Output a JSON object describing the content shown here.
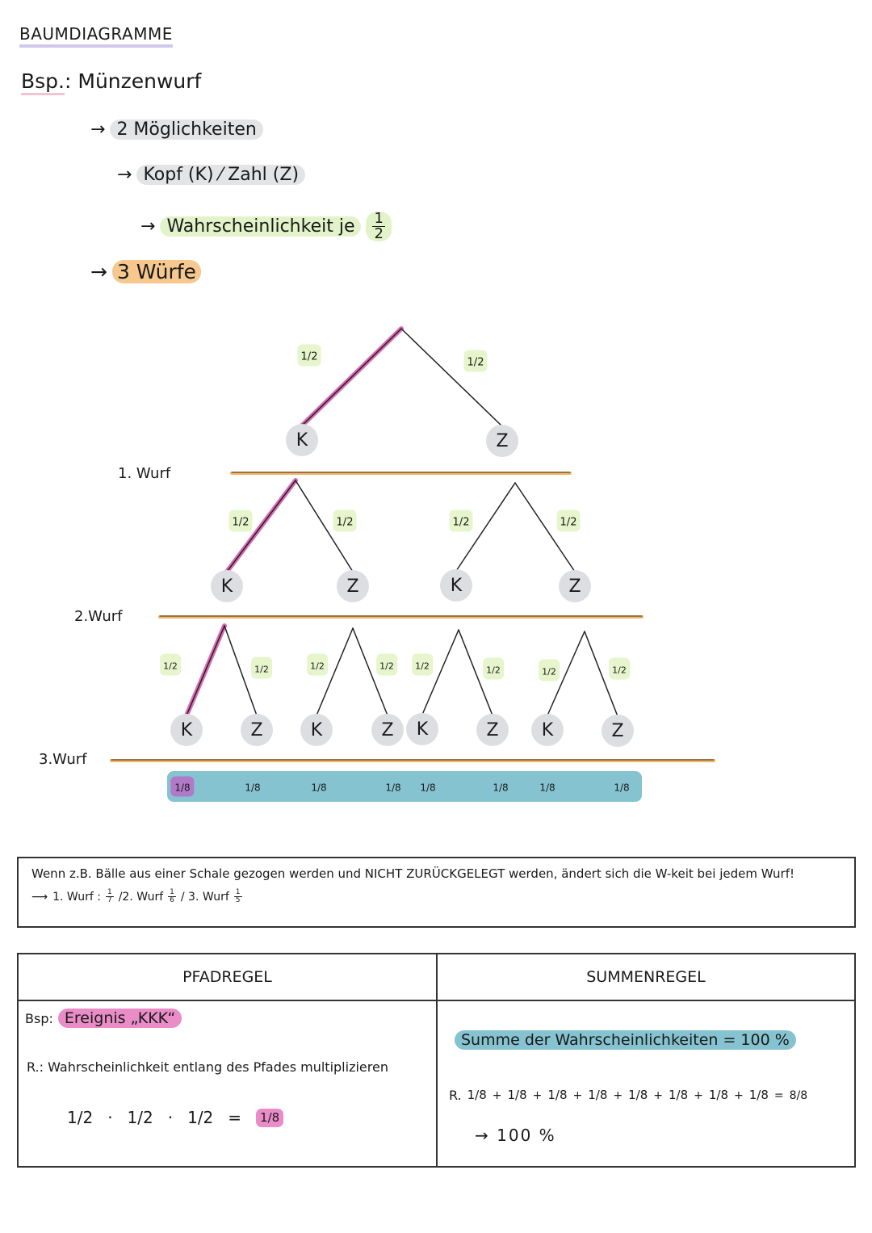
{
  "header": {
    "title": "BAUMDIAGRAMME",
    "example_prefix": "Bsp.",
    "example_title": ": Münzenwurf"
  },
  "bullets": [
    {
      "arrow": "→",
      "text": "2 Möglichkeiten"
    },
    {
      "arrow": "→",
      "text": "Kopf (K) ⁄ Zahl (Z)"
    },
    {
      "arrow": "→",
      "text": "Wahrscheinlichkeit je",
      "frac": {
        "n": "1",
        "d": "2"
      }
    },
    {
      "arrow": "→",
      "text": "3 Würfe"
    }
  ],
  "tree": {
    "levels": [
      {
        "label": "1. Wurf",
        "nodes": [
          "K",
          "Z"
        ],
        "probs": [
          "1/2",
          "1/2"
        ]
      },
      {
        "label": "2.Wurf",
        "nodes": [
          "K",
          "Z",
          "K",
          "Z"
        ],
        "probs": [
          "1/2",
          "1/2",
          "1/2",
          "1/2"
        ]
      },
      {
        "label": "3.Wurf",
        "nodes": [
          "K",
          "Z",
          "K",
          "Z",
          "K",
          "Z",
          "K",
          "Z"
        ],
        "probs": [
          "1/2",
          "1/2",
          "1/2",
          "1/2",
          "1/2",
          "1/2",
          "1/2",
          "1/2"
        ]
      }
    ],
    "results": [
      "1/8",
      "1/8",
      "1/8",
      "1/8",
      "1/8",
      "1/8",
      "1/8",
      "1/8"
    ],
    "highlighted_path": "KKK",
    "colors": {
      "path": "#d96bb4",
      "level_line": "#f5b560",
      "result_bar": "#86c3d1",
      "node": "#dcdee2",
      "prob_bg": "#e6f5cc"
    }
  },
  "note": {
    "line1": "Wenn z.B. Bälle aus einer Schale gezogen werden und NICHT ZURÜCKGELEGT werden, ändert sich die W-keit bei jedem Wurf!",
    "arrow": "⟶",
    "w1": "1. Wurf :",
    "f1": {
      "n": "1",
      "d": "7"
    },
    "w2": "/2. Wurf",
    "f2": {
      "n": "1",
      "d": "6"
    },
    "w3": "/ 3. Wurf",
    "f3": {
      "n": "1",
      "d": "5"
    }
  },
  "rules": {
    "pfad": {
      "heading": "PFADREGEL",
      "bsp": "Bsp:",
      "event": "Ereignis „KKK“",
      "rule": "R.: Wahrscheinlichkeit entlang des Pfades multiplizieren",
      "calc_factors": [
        "1/2",
        "1/2",
        "1/2"
      ],
      "calc_result": "1/8"
    },
    "summe": {
      "heading": "SUMMENREGEL",
      "statement": "Summe der Wahrscheinlichkeiten = 100 %",
      "r": "R.",
      "terms": [
        "1/8",
        "1/8",
        "1/8",
        "1/8",
        "1/8",
        "1/8",
        "1/8",
        "1/8"
      ],
      "total": "8/8",
      "conclusion": "→ 100 %"
    }
  }
}
